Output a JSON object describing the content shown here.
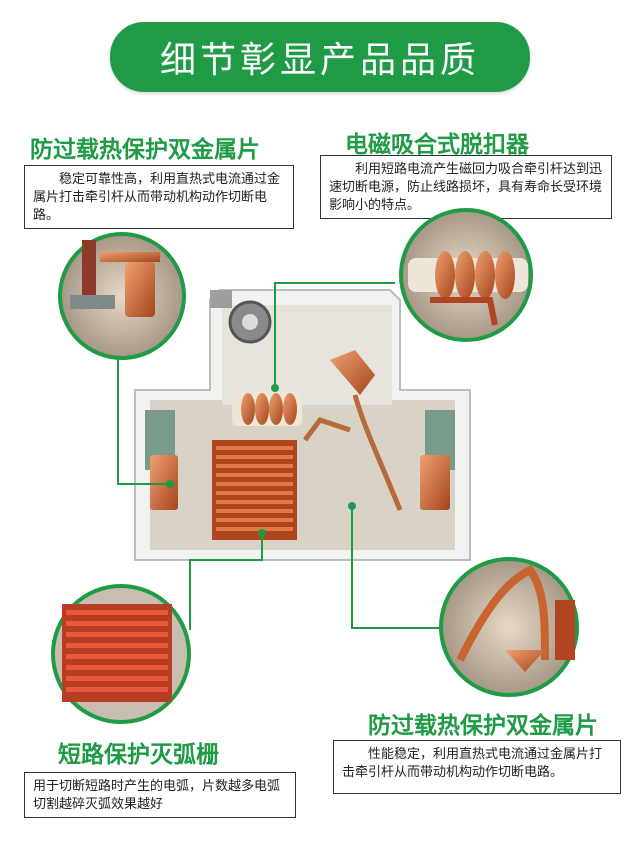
{
  "banner": {
    "title": "细节彰显产品品质"
  },
  "sections": {
    "bimetal_top": {
      "title": "防过载热保护双金属片",
      "desc": "稳定可靠性高，利用直热式电流通过金属片打击牵引杆从而带动机构动作切断电路。"
    },
    "magnetic": {
      "title": "电磁吸合式脱扣器",
      "desc": "利用短路电流产生磁回力吸合牵引杆达到迅速切断电源，防止线路损坏，具有寿命长受环境影响小的特点。"
    },
    "arc_chute": {
      "title": "短路保护灭弧栅",
      "desc": "用于切断短路时产生的电弧，片数越多电弧切割越碎灭弧效果越好"
    },
    "bimetal_bottom": {
      "title": "防过载热保护双金属片",
      "desc": "性能稳定，利用直热式电流通过金属片打击牵引杆从而带动机构动作切断电路。"
    }
  },
  "colors": {
    "accent": "#1f9a45",
    "copper": "#c8652e",
    "arc_red": "#c9302c"
  }
}
